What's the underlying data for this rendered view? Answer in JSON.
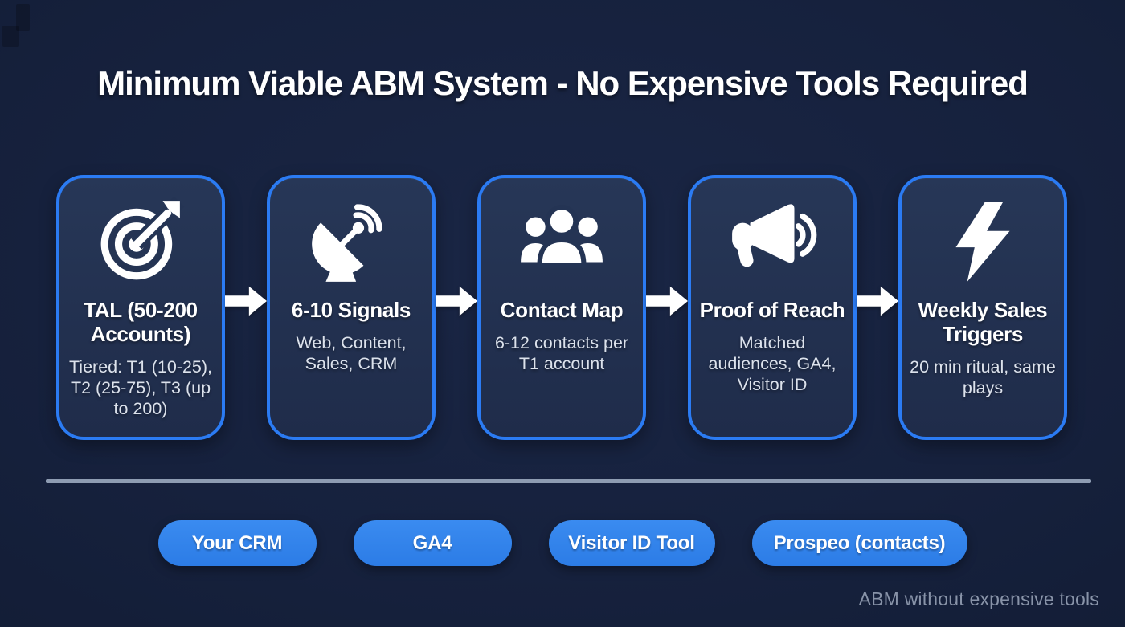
{
  "page": {
    "title": "Minimum Viable ABM System - No Expensive Tools Required",
    "footer_note": "ABM without expensive tools"
  },
  "colors": {
    "background": "#16213D",
    "card_fill": "#243454",
    "card_border": "#2B7BF3",
    "pill_fill": "#2F80E9",
    "divider": "#8E9CB2",
    "title_text": "#FFFFFF",
    "subtitle_text": "#DCE2EC",
    "footer_text": "#8893A8"
  },
  "flow": {
    "steps": [
      {
        "icon": "target-icon",
        "title": "TAL (50-200 Accounts)",
        "subtitle": "Tiered: T1 (10-25), T2 (25-75), T3 (up to 200)"
      },
      {
        "icon": "satellite-dish-icon",
        "title": "6-10 Signals",
        "subtitle": "Web, Content, Sales, CRM"
      },
      {
        "icon": "people-group-icon",
        "title": "Contact Map",
        "subtitle": "6-12 contacts per T1 account"
      },
      {
        "icon": "megaphone-icon",
        "title": "Proof of Reach",
        "subtitle": "Matched audiences, GA4, Visitor ID"
      },
      {
        "icon": "lightning-bolt-icon",
        "title": "Weekly Sales Triggers",
        "subtitle": "20 min ritual, same plays"
      }
    ]
  },
  "tools": {
    "pills": [
      "Your CRM",
      "GA4",
      "Visitor ID Tool",
      "Prospeo (contacts)"
    ]
  }
}
